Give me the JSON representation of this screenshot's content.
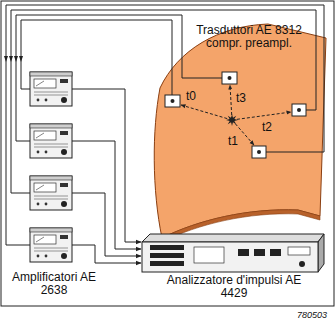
{
  "diagram": {
    "nodes": [
      {
        "text": [
          "Trasduttori AE 8312 compr. preampl.",
          "t3",
          "t0",
          "t2",
          "t1"
        ]
      },
      {
        "text": [
          "Analizzatore d'impulsi AE 4429"
        ]
      }
    ],
    "labels": [
      "Amplificatori AE 2638",
      "780503"
    ]
  }
}
